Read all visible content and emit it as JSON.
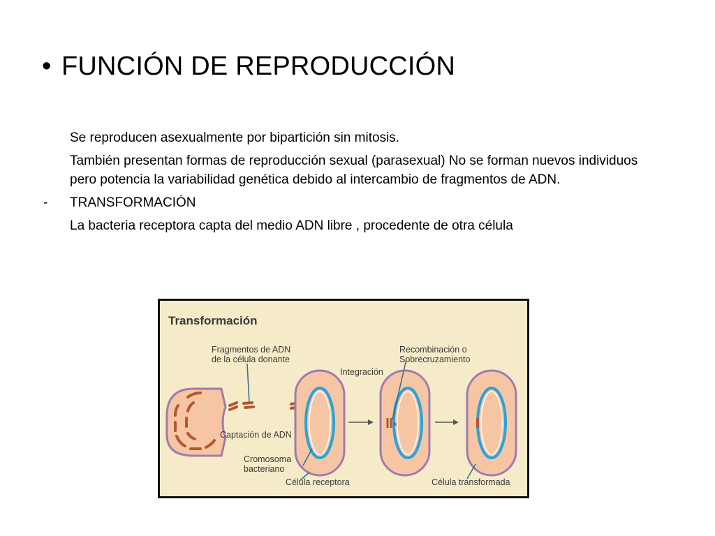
{
  "slide": {
    "title": "FUNCIÓN DE REPRODUCCIÓN",
    "title_bullet": "•",
    "paragraphs": [
      "Se reproducen asexualmente por bipartición sin mitosis.",
      "También presentan formas de reproducción sexual (parasexual)  No se forman nuevos individuos pero potencia la variabilidad genética debido al intercambio de fragmentos de ADN."
    ],
    "list_marker": "-",
    "list_item": "TRANSFORMACIÓN",
    "last_paragraph": "La bacteria receptora capta del medio ADN libre , procedente de otra célula"
  },
  "figure": {
    "title": "Transformación",
    "labels": {
      "fragments_line1": "Fragmentos de ADN",
      "fragments_line2": "de la célula donante",
      "integration": "Integración",
      "recombination_line1": "Recombinación o",
      "recombination_line2": "Sobrecruzamiento",
      "uptake": "Captación de ADN",
      "chromosome_line1": "Cromosoma",
      "chromosome_line2": "bacteriano",
      "recipient_cell": "Célula receptora",
      "transformed_cell": "Célula transformada"
    },
    "colors": {
      "background": "#f5ebc9",
      "cell_fill": "#f6c6a4",
      "cell_outline": "#a07ab0",
      "chromosome": "#29a3d9",
      "dna_fragment": "#b3582e",
      "arrow": "#555555"
    }
  }
}
